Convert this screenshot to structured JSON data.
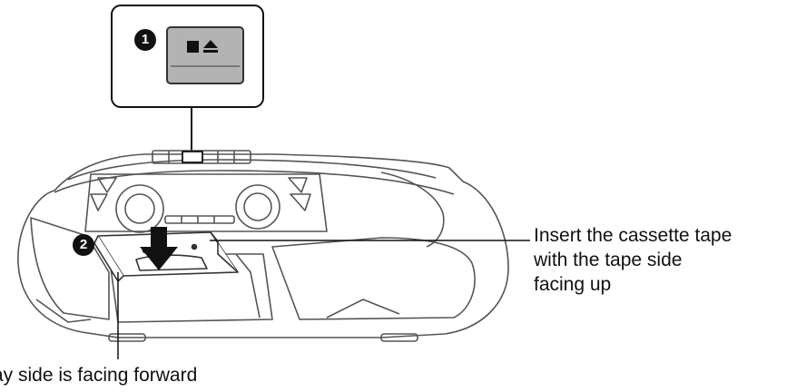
{
  "inset": {
    "step_number": "1",
    "button_symbol": "■⏏"
  },
  "step2": {
    "step_number": "2"
  },
  "annotations": {
    "insert_tape_line1": "Insert the cassette tape",
    "insert_tape_line2": "with the tape side",
    "insert_tape_line3": "facing up",
    "bottom_caption": "ay side is facing forward"
  },
  "colors": {
    "outline": "#333333",
    "button_fill": "#b3b3b3",
    "badge": "#111111"
  },
  "icons": {
    "stop_eject": "stop-eject-icon",
    "arrow": "down-arrow-icon"
  }
}
